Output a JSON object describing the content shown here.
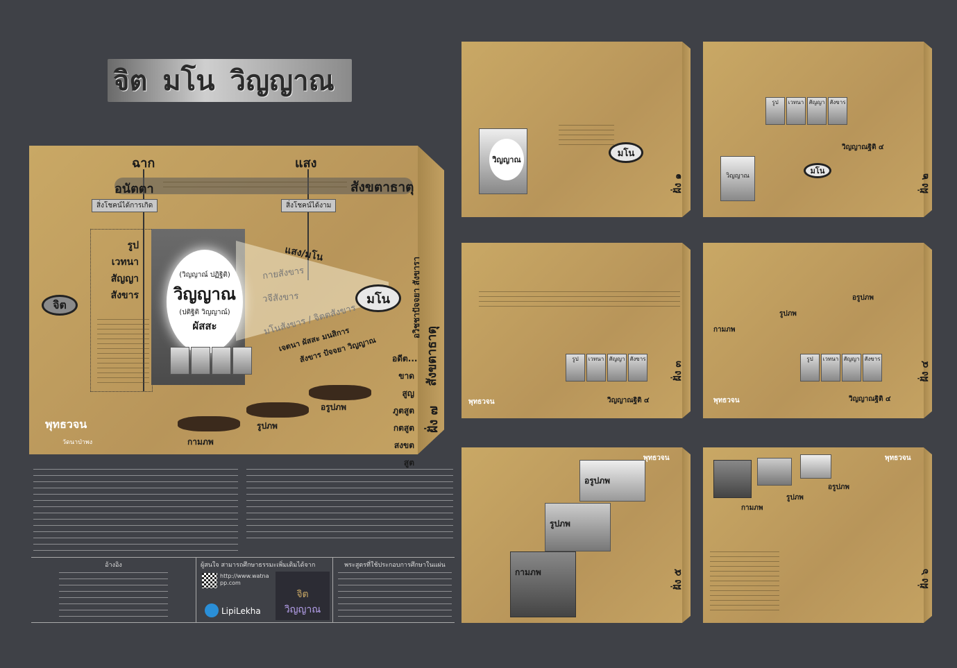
{
  "title": {
    "words": [
      "จิต",
      "มโน",
      "วิญญาณ"
    ]
  },
  "main": {
    "top_left": "ฉาก",
    "top_right": "แสง",
    "strip": {
      "left": "อนัตตา",
      "right": "สังขตาธาตุ"
    },
    "tag_left": "สิ่งโชคน์ได้การเกิด",
    "tag_right": "สิ่งโชคน์ได้งาม",
    "khandha": [
      "รูป",
      "เวทนา",
      "สัญญา",
      "สังขาร"
    ],
    "chit": "จิต",
    "oval": {
      "top": "(วิญญาณ์ ปฏิฐิติ)",
      "main": "วิญญาณ",
      "sub": "(ปติฐิติ วิญญาณ์)",
      "bottom": "ผัสสะ"
    },
    "light_mano": "แสง/มโน",
    "rays": [
      "กายสังขาร",
      "วจีสังขาร",
      "มโนสังขาร / จิตตสังขาร"
    ],
    "mano": "มโน",
    "bottom_caption": "เจตนา ผัสสะ มนสิการ",
    "bottom_caption2": "สังขาร ปัจจยา วิญญาณ",
    "bhava": [
      "กามภพ",
      "รูปภพ",
      "อรูปภพ"
    ],
    "right_vertical": "สังขตาธาตุ",
    "right_vertical2": "อวิชชาปัจจยา สังขารา",
    "right_list": [
      "อดีต...",
      "ขาดสูญ",
      "ภูตสูต",
      "กตสูต",
      "สงขตสูต"
    ],
    "logo": "พุทธวจน",
    "logo_sub": "วัดนาป่าพง",
    "set_label": "ฝั่ง ๗"
  },
  "panels": [
    {
      "num": "ฝั่ง ๑",
      "bubble": "มโน",
      "cube": "วิญญาณ"
    },
    {
      "num": "ฝั่ง ๒",
      "bubble": "มโน",
      "cube": "วิญญาณ",
      "blocks": [
        "รูป",
        "เวทนา",
        "สัญญา",
        "สังขาร"
      ],
      "caption": "วิญญาณฐิติ ๔"
    },
    {
      "num": "ฝั่ง ๓",
      "blocks": [
        "รูป",
        "เวทนา",
        "สัญญา",
        "สังขาร"
      ],
      "caption": "วิญญาณฐิติ ๔",
      "logo": "พุทธวจน"
    },
    {
      "num": "ฝั่ง ๔",
      "blocks": [
        "รูป",
        "เวทนา",
        "สัญญา",
        "สังขาร"
      ],
      "caption": "วิญญาณฐิติ ๔",
      "labels": [
        "กามภพ",
        "รูปภพ",
        "อรูปภพ"
      ],
      "logo": "พุทธวจน"
    },
    {
      "num": "ฝั่ง ๕",
      "cubes": [
        "อรูปภพ",
        "รูปภพ",
        "กามภพ"
      ],
      "logo": "พุทธวจน"
    },
    {
      "num": "ฝั่ง ๖",
      "labels": [
        "กามภพ",
        "รูปภพ",
        "อรูปภพ"
      ],
      "logo": "พุทธวจน"
    }
  ],
  "footer": {
    "col1_title": "อ้างอิง",
    "col2_title": "ผู้สนใจ สามารถศึกษาธรรมะเพิ่มเติมได้จาก",
    "website": "http://www.watnapp.com",
    "brand": "LipiLekha",
    "mini_title": [
      "จิต",
      "วิญญาณ"
    ],
    "col3_title": "พระสูตรที่ใช้ประกอบการศึกษาในแผ่น"
  }
}
